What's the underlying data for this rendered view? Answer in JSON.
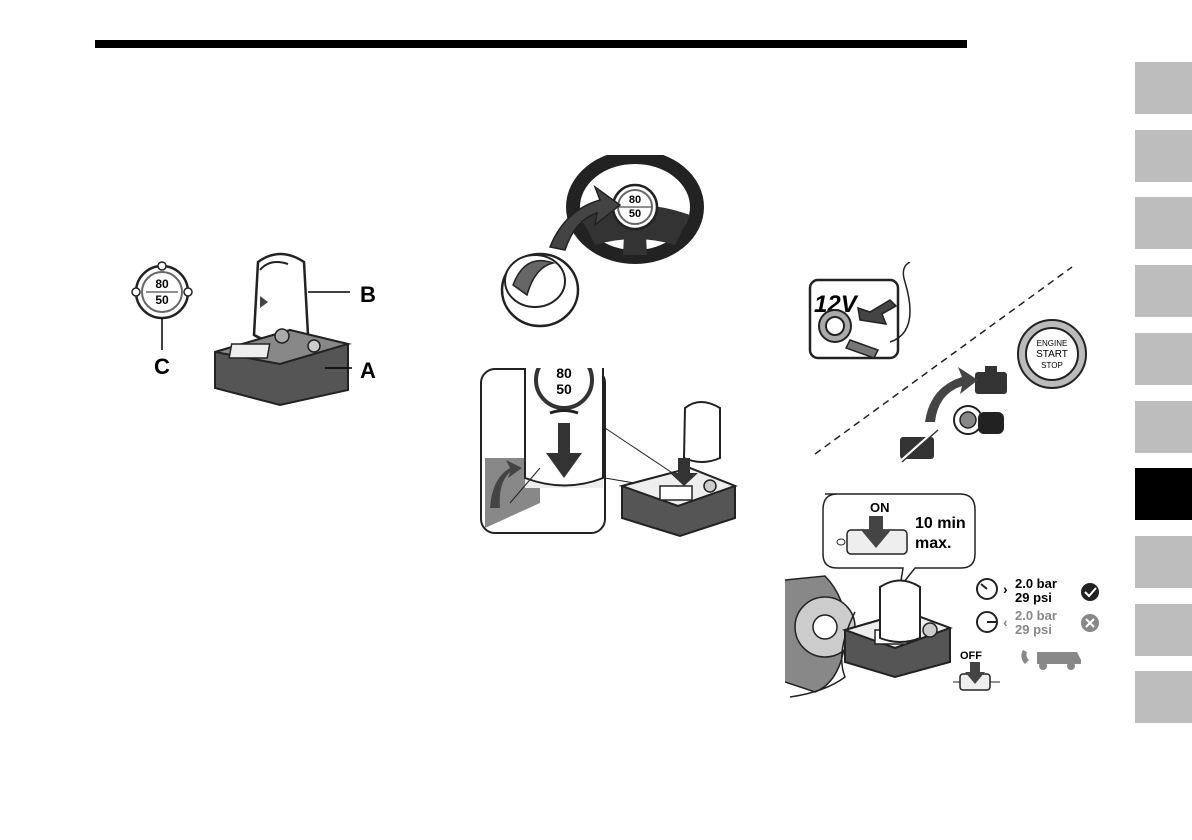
{
  "labels": {
    "a": "A",
    "b": "B",
    "c": "C"
  },
  "sticker": {
    "top": "80",
    "bottom": "50"
  },
  "socket": {
    "voltage": "12V"
  },
  "start_button": {
    "line1": "ENGINE",
    "line2": "START",
    "line3": "STOP"
  },
  "compressor": {
    "switch_on": "ON",
    "time_line1": "10 min",
    "time_line2": "max.",
    "switch_off": "OFF"
  },
  "pressure": {
    "ok": {
      "bar": "2.0 bar",
      "psi": "29 psi",
      "icon": "check-circle-icon"
    },
    "low": {
      "bar": "2.0 bar",
      "psi": "29 psi",
      "icon": "x-circle-icon"
    }
  },
  "tabs": {
    "count": 10,
    "active_index": 6
  }
}
